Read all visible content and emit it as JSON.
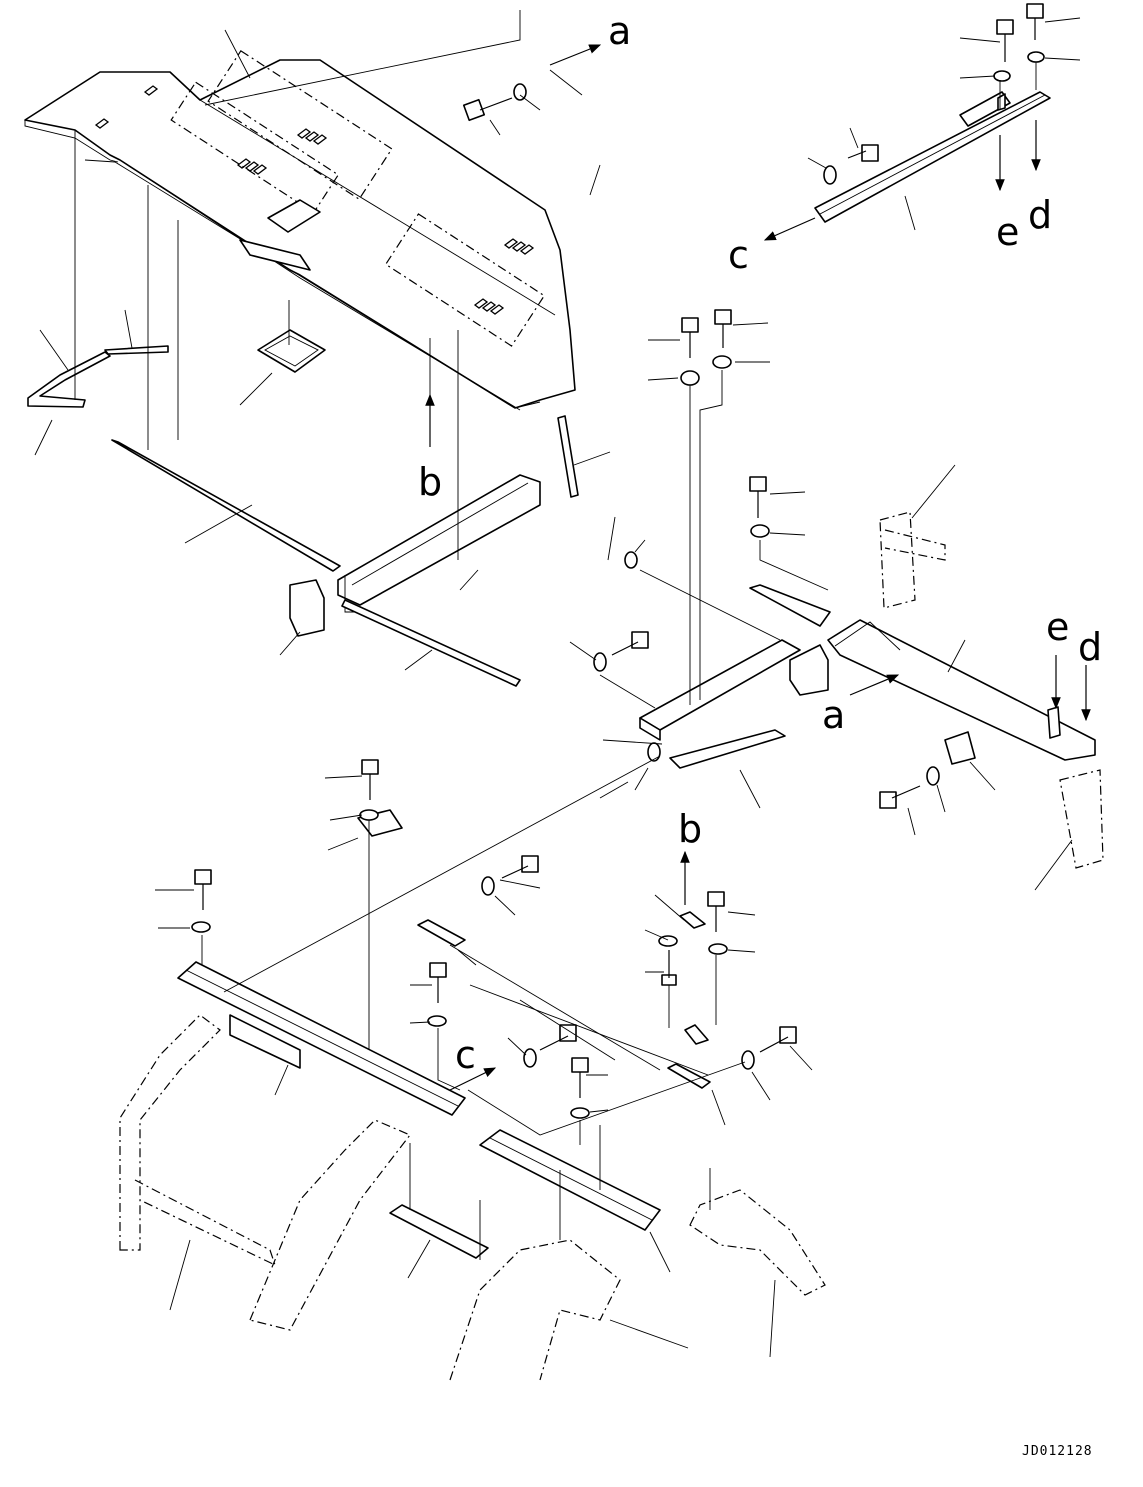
{
  "drawing": {
    "code": "JD012128"
  },
  "callouts": [
    "a",
    "b",
    "c",
    "d",
    "e"
  ],
  "icons": {
    "arrow": "arrow-icon",
    "bolt": "bolt-icon",
    "washer": "washer-icon"
  }
}
